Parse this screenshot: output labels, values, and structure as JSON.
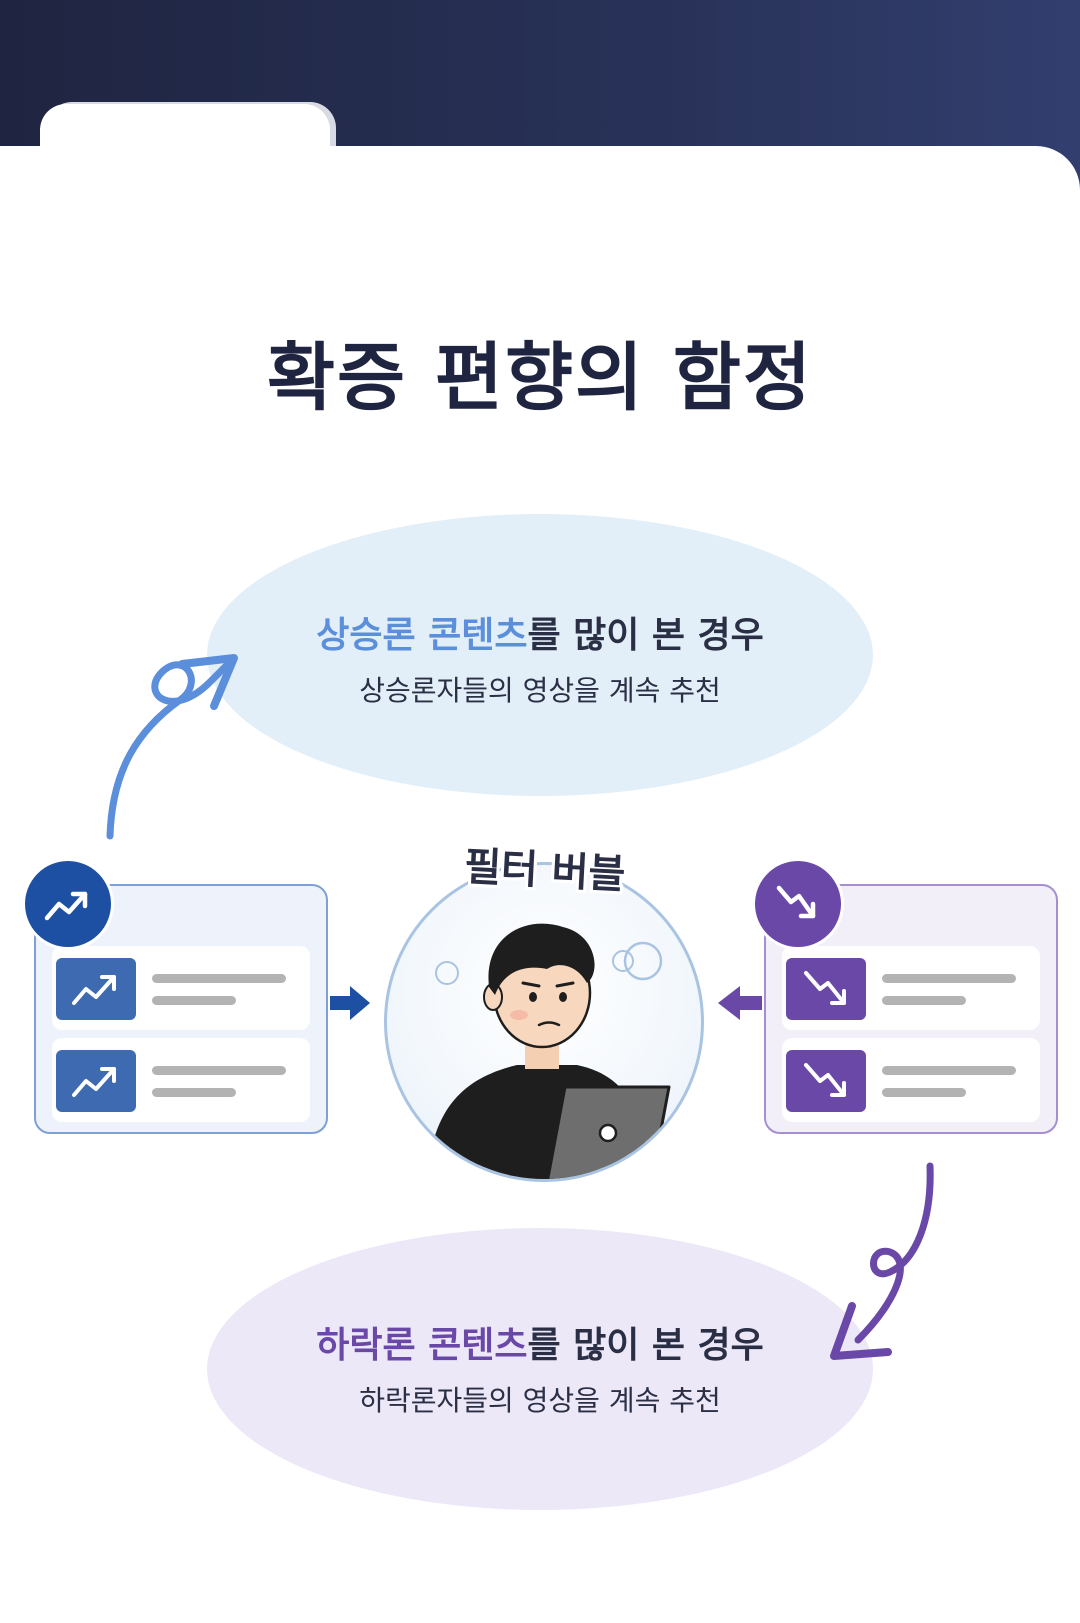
{
  "title": "확증 편향의 함정",
  "top_ellipse": {
    "highlight": "상승론 콘텐츠",
    "heading_rest": "를 많이 본 경우",
    "subtitle": "상승론자들의 영상을 계속 추천"
  },
  "center": {
    "label": "필터 버블"
  },
  "bottom_ellipse": {
    "highlight": "하락론 콘텐츠",
    "heading_rest": "를 많이 본 경우",
    "subtitle": "하락론자들의 영상을 계속 추천"
  },
  "colors": {
    "header_band": "#232a4a",
    "title": "#1f2540",
    "blue_accent": "#5b8fdb",
    "blue_dark": "#1d4fa3",
    "purple_accent": "#6a48a8",
    "top_ellipse_fill": "#e3eff8",
    "bottom_ellipse_fill": "#ece8f8"
  },
  "icons": {
    "left_badge": "trend-up-icon",
    "right_badge": "trend-down-icon",
    "person": "person-with-laptop-icon"
  }
}
